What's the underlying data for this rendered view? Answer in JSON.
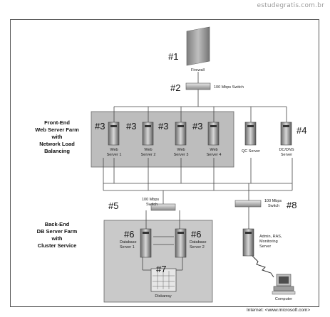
{
  "watermark": "estudegratis.com.br",
  "footer": "Internet: <www.microsoft.com>",
  "labels": {
    "n1": "#1",
    "n2": "#2",
    "n3": "#3",
    "n4": "#4",
    "n5": "#5",
    "n6": "#6",
    "n7": "#7",
    "n8": "#8"
  },
  "devices": {
    "firewall": "Firewall",
    "switch_top": "100 Mbps Switch",
    "web1": [
      "Web",
      "Server 1"
    ],
    "web2": [
      "Web",
      "Server 2"
    ],
    "web3": [
      "Web",
      "Server 3"
    ],
    "web4": [
      "Web",
      "Server 4"
    ],
    "qc": "QC Server",
    "dcdns": [
      "DC/DNS",
      "Server"
    ],
    "switch5": [
      "100 Mbps",
      "Switch"
    ],
    "switch8": [
      "100 Mbps",
      "Switch"
    ],
    "db1": [
      "Database",
      "Server 1"
    ],
    "db2": [
      "Database",
      "Server 2"
    ],
    "diskarray": "Diskarray",
    "admin": [
      "Admin, RAS,",
      "Monitoring",
      "Server"
    ],
    "computer": "Computer"
  },
  "groups": {
    "frontend": [
      "Front-End",
      "Web Server Farm",
      "with",
      "Network Load",
      "Balancing"
    ],
    "backend": [
      "Back-End",
      "DB Server Farm",
      "with",
      "Cluster Service"
    ]
  }
}
